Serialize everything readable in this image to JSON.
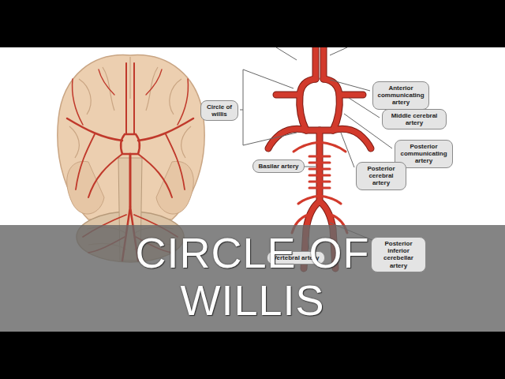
{
  "diagram": {
    "title": "CIRCLE OF WILLIS",
    "nodes": [
      {
        "text": [
          "Anterior communicating artery"
        ]
      },
      {
        "text": [
          "Circle of willis"
        ]
      },
      {
        "text": [
          "Middle cerebral artery"
        ]
      },
      {
        "text": [
          "Posterior communicating artery"
        ]
      },
      {
        "text": [
          "Basilar artery"
        ]
      },
      {
        "text": [
          "Posterior cerebral artery"
        ]
      },
      {
        "text": [
          "Posterior inferior cerebellar artery"
        ]
      },
      {
        "text": [
          "Vertebral artery"
        ]
      }
    ]
  }
}
